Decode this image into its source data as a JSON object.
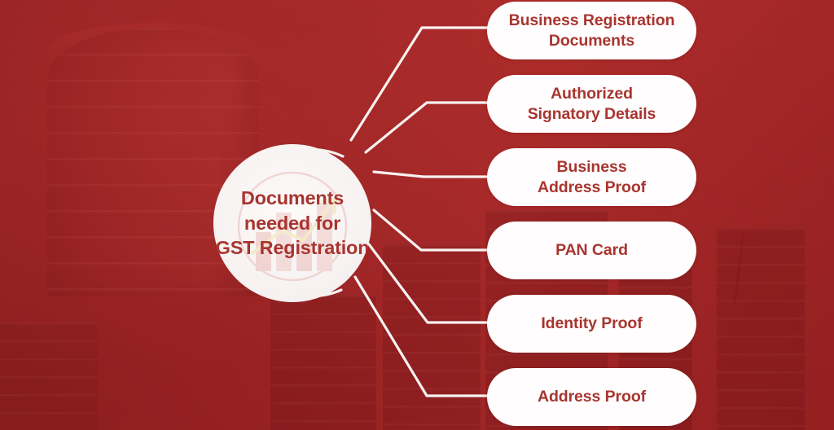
{
  "infographic": {
    "hub": {
      "title": "Documents\nneeded for\nGST Registration",
      "watermark_name": "bar-chart-growth-watermark"
    },
    "items": [
      {
        "label": "Business Registration\nDocuments"
      },
      {
        "label": "Authorized\nSignatory Details"
      },
      {
        "label": "Business\nAddress Proof"
      },
      {
        "label": "PAN Card"
      },
      {
        "label": "Identity Proof"
      },
      {
        "label": "Address Proof"
      }
    ],
    "colors": {
      "background_red": "#9e2122",
      "background_red_dark": "#8e1f20",
      "background_red_light": "#b23131",
      "pill_background": "#fffdfd",
      "text_red": "#a8352f",
      "connector_white": "#f7f2f0",
      "hub_disc": "#f8f3f3",
      "watermark_accent": "#e8c96a"
    }
  }
}
